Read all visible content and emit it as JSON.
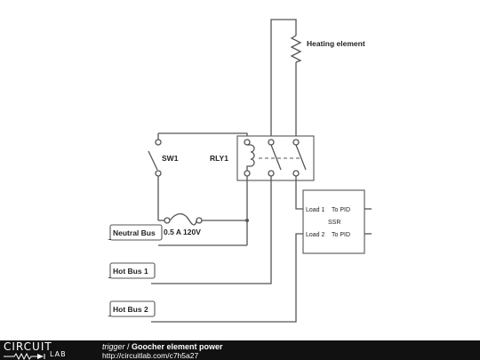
{
  "schematic": {
    "heating_element_label": "Heating element",
    "sw1_label": "SW1",
    "rly1_label": "RLY1",
    "fuse_label": "0.5 A 120V",
    "ssr": {
      "label": "SSR",
      "load1": "Load 1",
      "load2": "Load 2",
      "to_pid_top": "To PID",
      "to_pid_bottom": "To PID"
    },
    "buses": {
      "neutral": "Neutral Bus",
      "hot1": "Hot Bus 1",
      "hot2": "Hot Bus 2"
    }
  },
  "footer": {
    "logo_top": "CIRCUIT",
    "logo_bottom": "LAB",
    "username": "trigger",
    "separator": " / ",
    "circuit_name": "Goocher element power",
    "url": "http://circuitlab.com/c7h5a27"
  },
  "colors": {
    "wire": "#555555",
    "footer_bg": "#111111",
    "bus_tab": "#222222"
  }
}
